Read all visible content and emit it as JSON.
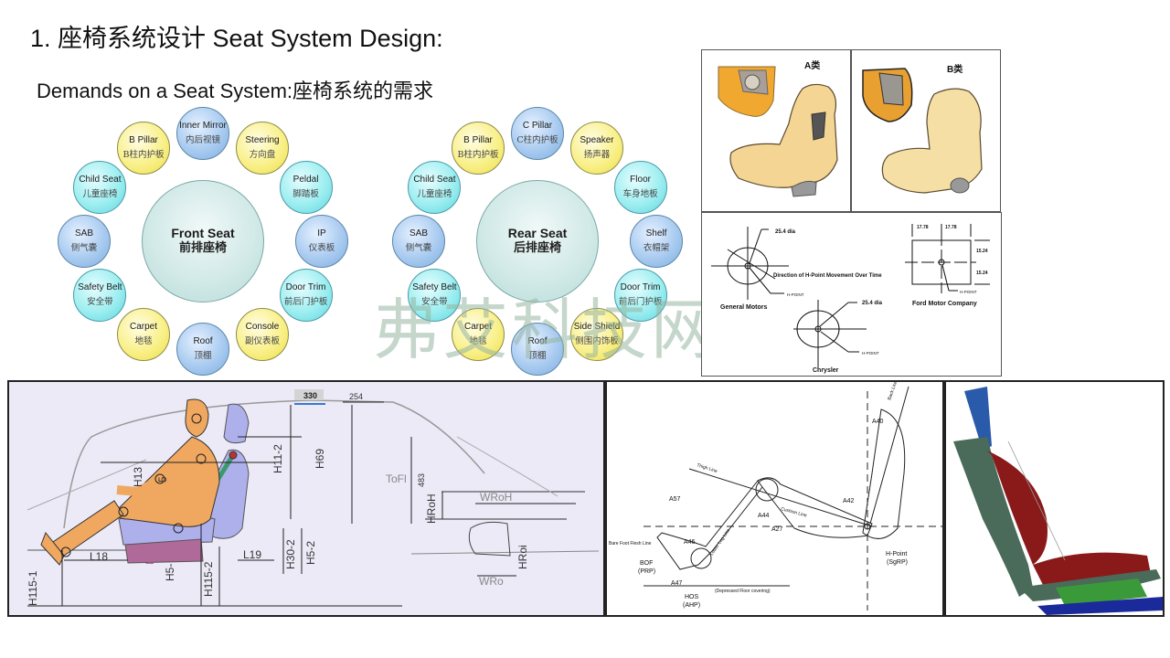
{
  "title": "1. 座椅系统设计 Seat System Design:",
  "subtitle": "Demands on a Seat System:座椅系统的需求",
  "watermark": "弗艾科技网",
  "front_diagram": {
    "center": {
      "en": "Front Seat",
      "zh": "前排座椅"
    },
    "items": [
      {
        "en": "Inner Mirror",
        "zh": "内后视镜",
        "color": "blue"
      },
      {
        "en": "Steering",
        "zh": "方向盘",
        "color": "yellow"
      },
      {
        "en": "Peldal",
        "zh": "脚踏板",
        "color": "cyan"
      },
      {
        "en": "IP",
        "zh": "仪表板",
        "color": "blue"
      },
      {
        "en": "Door Trim",
        "zh": "前后门护板",
        "color": "cyan"
      },
      {
        "en": "Console",
        "zh": "副仪表板",
        "color": "yellow"
      },
      {
        "en": "Roof",
        "zh": "顶棚",
        "color": "blue"
      },
      {
        "en": "Carpet",
        "zh": "地毯",
        "color": "yellow"
      },
      {
        "en": "Safety Belt",
        "zh": "安全带",
        "color": "cyan"
      },
      {
        "en": "SAB",
        "zh": "侧气囊",
        "color": "blue"
      },
      {
        "en": "Child Seat",
        "zh": "儿童座椅",
        "color": "cyan"
      },
      {
        "en": "B Pillar",
        "zh": "B柱内护板",
        "color": "yellow"
      }
    ]
  },
  "rear_diagram": {
    "center": {
      "en": "Rear Seat",
      "zh": "后排座椅"
    },
    "items": [
      {
        "en": "C Pillar",
        "zh": "C柱内护板",
        "color": "blue"
      },
      {
        "en": "Speaker",
        "zh": "扬声器",
        "color": "yellow"
      },
      {
        "en": "Floor",
        "zh": "车身地板",
        "color": "cyan"
      },
      {
        "en": "Shelf",
        "zh": "衣帽架",
        "color": "blue"
      },
      {
        "en": "Door Trim",
        "zh": "前后门护板",
        "color": "cyan"
      },
      {
        "en": "Side Shield",
        "zh": "侧围内饰板",
        "color": "yellow"
      },
      {
        "en": "Roof",
        "zh": "顶棚",
        "color": "blue"
      },
      {
        "en": "Carpet",
        "zh": "地毯",
        "color": "yellow"
      },
      {
        "en": "Safety Belt",
        "zh": "安全带",
        "color": "cyan"
      },
      {
        "en": "SAB",
        "zh": "侧气囊",
        "color": "blue"
      },
      {
        "en": "Child Seat",
        "zh": "儿童座椅",
        "color": "cyan"
      },
      {
        "en": "B Pillar",
        "zh": "B柱内护板",
        "color": "yellow"
      }
    ]
  },
  "seat_types": {
    "a_label": "A类",
    "b_label": "B类"
  },
  "hpoint_panel": {
    "gm_label": "General Motors",
    "gm_dia": "25.4 dia",
    "gm_direction": "Direction of H-Point Movement Over Time",
    "hpoint": "H-POINT",
    "chrysler_label": "Chrysler",
    "chrysler_dia": "25.4 dia",
    "ford_label": "Ford Motor Company",
    "ford_w1": "17.78",
    "ford_w2": "17.78",
    "ford_h1": "15.24",
    "ford_h2": "15.24"
  },
  "package_panel": {
    "dim_330": "330",
    "dim_254": "254",
    "dim_483": "483",
    "labels": {
      "H13": "H13",
      "H11_2": "H11-2",
      "H69": "H69",
      "L18": "L18",
      "L19": "L19",
      "H115_1": "H115-1",
      "H115_2": "H115-2",
      "H30_2": "H30-2",
      "H5_2": "H5-2",
      "H5": "H5-",
      "H30": "H30",
      "ToFl": "ToFl",
      "HRoH": "HRoH",
      "WRoH": "WRoH",
      "HRoi": "HRoi",
      "WRo": "WRo",
      "L5": "5"
    }
  },
  "angle_panel": {
    "back_line": "Back Line",
    "thigh_line": "Thigh Line",
    "cushion_line": "Cushion Line",
    "lower_leg_line": "Lower Leg Line",
    "a40": "A40",
    "a42": "A42",
    "a44": "A44",
    "a27": "A27",
    "a57": "A57",
    "a46": "A46",
    "a47": "A47",
    "bare_foot": "Bare Foot Flesh Line",
    "bof": "BOF",
    "prp": "(PRP)",
    "hos": "HOS",
    "ahp": "(AHP)",
    "floor": "(Depressed Floor covering)",
    "hpoint": "H-Point",
    "sgrp": "(SgRP)"
  }
}
